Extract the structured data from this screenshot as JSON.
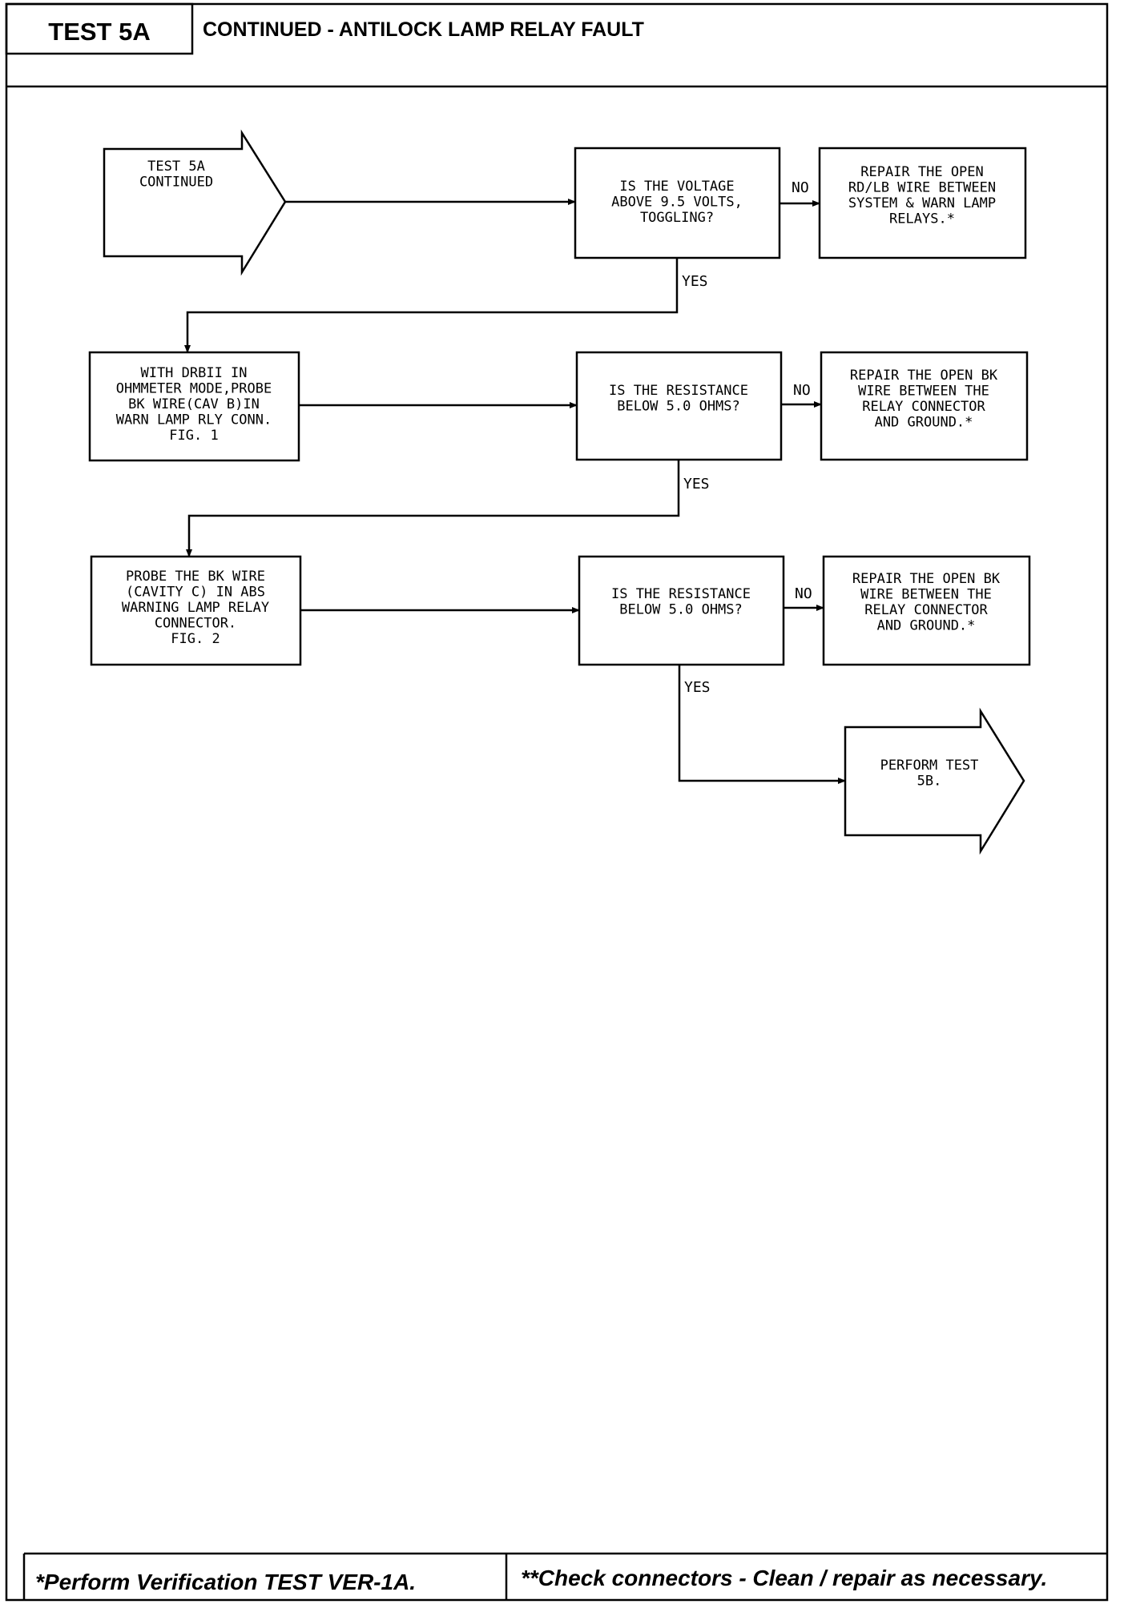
{
  "header": {
    "test_label": "TEST 5A",
    "title": "CONTINUED - ANTILOCK LAMP RELAY FAULT"
  },
  "flowchart": {
    "start": [
      "TEST 5A",
      "CONTINUED"
    ],
    "q1": [
      "IS THE VOLTAGE",
      "ABOVE 9.5 VOLTS,",
      "TOGGLING?"
    ],
    "q1_no": [
      "REPAIR THE OPEN",
      "RD/LB WIRE BETWEEN",
      "SYSTEM & WARN LAMP",
      "RELAYS.*"
    ],
    "step2": [
      "WITH DRBII IN",
      "OHMMETER MODE,PROBE",
      "BK WIRE(CAV B)IN",
      "WARN LAMP RLY CONN.",
      "FIG. 1"
    ],
    "q2": [
      "IS THE RESISTANCE",
      "BELOW 5.0 OHMS?"
    ],
    "q2_no": [
      "REPAIR THE OPEN BK",
      "WIRE BETWEEN THE",
      "RELAY CONNECTOR",
      "AND GROUND.*"
    ],
    "step3": [
      "PROBE THE BK WIRE",
      "(CAVITY C) IN ABS",
      "WARNING LAMP RELAY",
      "CONNECTOR.",
      "FIG. 2"
    ],
    "q3": [
      "IS THE RESISTANCE",
      "BELOW 5.0 OHMS?"
    ],
    "q3_no": [
      "REPAIR THE OPEN BK",
      "WIRE BETWEEN THE",
      "RELAY CONNECTOR",
      "AND GROUND.*"
    ],
    "end": [
      "PERFORM TEST",
      "5B."
    ],
    "label_yes": "YES",
    "label_no": "NO"
  },
  "footer": {
    "left": "*Perform Verification TEST VER-1A.",
    "right": "**Check connectors - Clean / repair as necessary."
  }
}
